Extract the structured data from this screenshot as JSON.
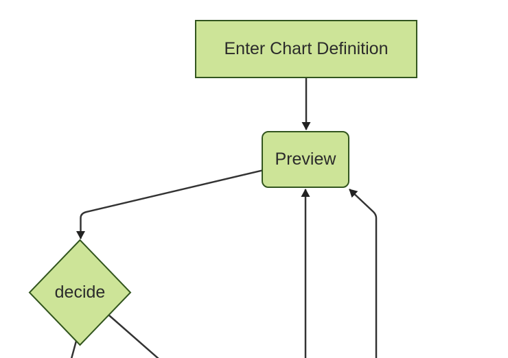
{
  "diagram": {
    "type": "flowchart",
    "theme": {
      "background": "#ffffff",
      "node_fill": "#cde498",
      "node_border": "#32551e",
      "edge_color": "#333333",
      "arrowhead_color": "#222222",
      "label_color": "#2b2b2b"
    },
    "nodes": [
      {
        "id": "enter-chart-definition",
        "label": "Enter Chart Definition",
        "shape": "rectangle"
      },
      {
        "id": "preview",
        "label": "Preview",
        "shape": "rounded-rectangle"
      },
      {
        "id": "decide",
        "label": "decide",
        "shape": "diamond"
      }
    ],
    "edges": [
      {
        "from": "enter-chart-definition",
        "to": "preview",
        "arrow": true
      },
      {
        "from": "preview",
        "to": "decide",
        "arrow": true
      },
      {
        "from": "offscreen-bottom",
        "to": "preview",
        "arrow": true
      },
      {
        "from": "offscreen-bottom-right",
        "to": "preview",
        "arrow": true
      },
      {
        "from": "decide",
        "to": "offscreen-bottom-left",
        "arrow": false
      },
      {
        "from": "decide",
        "to": "offscreen-bottom-right",
        "arrow": false
      }
    ]
  }
}
